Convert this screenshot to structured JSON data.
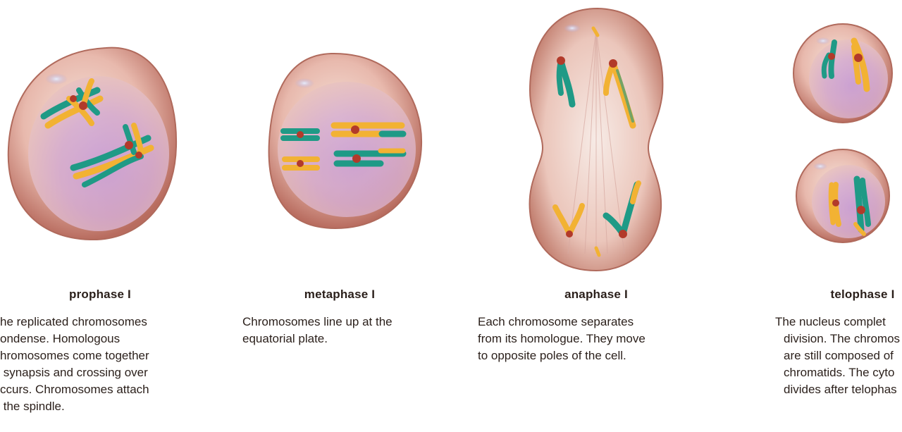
{
  "phases": [
    {
      "name": "prophase I",
      "description": [
        "he replicated chromosomes",
        "ondense. Homologous",
        "hromosomes come together",
        " synapsis and crossing over",
        "ccurs. Chromosomes attach",
        " the spindle."
      ]
    },
    {
      "name": "metaphase I",
      "description": [
        "Chromosomes line up at the",
        "equatorial plate."
      ]
    },
    {
      "name": "anaphase I",
      "description": [
        "Each chromosome separates",
        "from its homologue. They move",
        "to opposite poles of the cell."
      ]
    },
    {
      "name": "telophase I",
      "description": [
        "The nucleus complet",
        "division. The chromos",
        "are still composed of",
        "chromatids. The cyto",
        "divides after telophas"
      ]
    }
  ],
  "colors": {
    "chromosome_green": "#1f9a86",
    "chromosome_yellow": "#f2b233",
    "centromere": "#b23a2a",
    "cell_membrane": "#c88372",
    "cytoplasm": "#e7b8ad",
    "nucleus": "#b67ccc"
  }
}
